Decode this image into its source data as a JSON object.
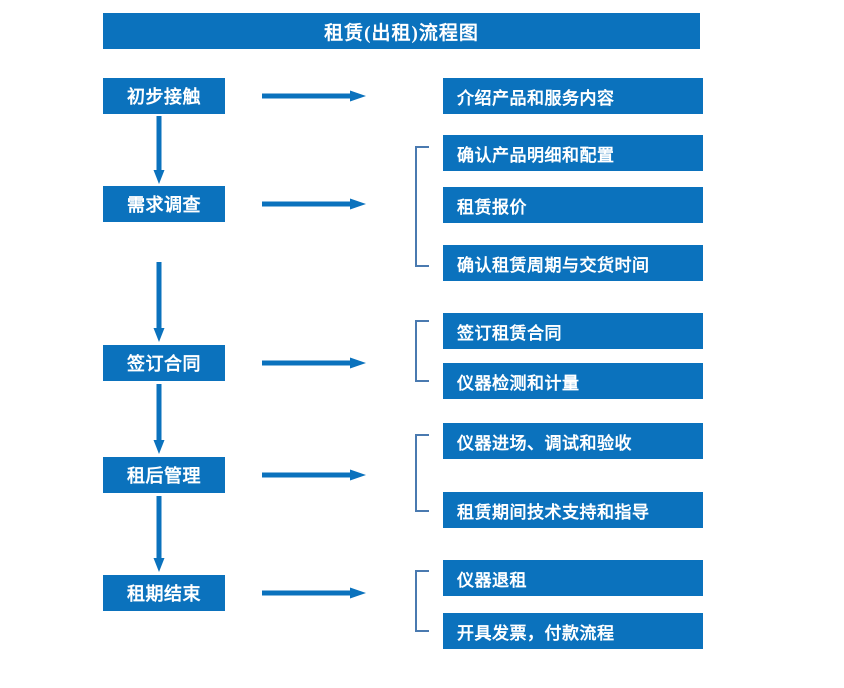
{
  "diagram": {
    "title": "租赁(出租)流程图",
    "colors": {
      "box_blue": "#0b72bd",
      "arrow_blue": "#0b72bd",
      "bracket_blue": "#4a7ab0",
      "text_white": "#ffffff",
      "background": "#ffffff"
    },
    "stages": [
      {
        "label": "初步接触"
      },
      {
        "label": "需求调查"
      },
      {
        "label": "签订合同"
      },
      {
        "label": "租后管理"
      },
      {
        "label": "租期结束"
      }
    ],
    "details": [
      {
        "label": "介绍产品和服务内容"
      },
      {
        "label": "确认产品明细和配置"
      },
      {
        "label": "租赁报价"
      },
      {
        "label": "确认租赁周期与交货时间"
      },
      {
        "label": "签订租赁合同"
      },
      {
        "label": "仪器检测和计量"
      },
      {
        "label": "仪器进场、调试和验收"
      },
      {
        "label": "租赁期间技术支持和指导"
      },
      {
        "label": "仪器退租"
      },
      {
        "label": "开具发票，付款流程"
      }
    ]
  }
}
